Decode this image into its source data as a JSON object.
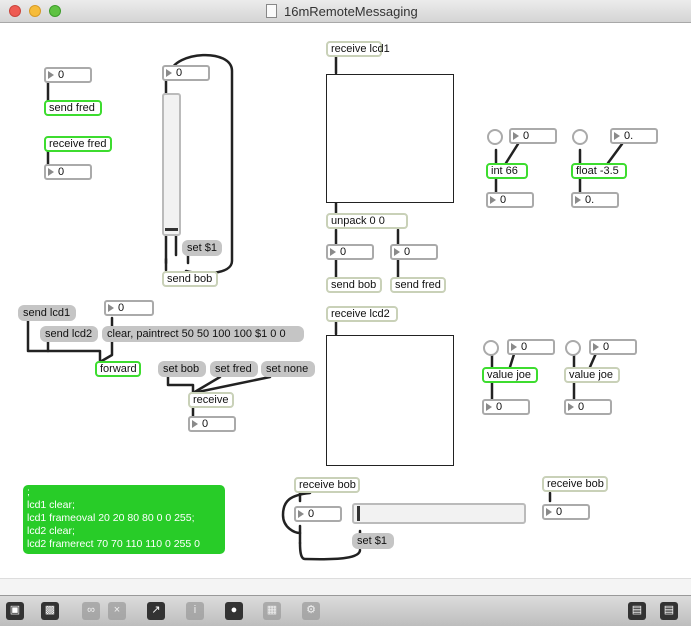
{
  "window": {
    "title": "16mRemoteMessaging"
  },
  "patch": {
    "objects": {
      "send_fred_1": "send fred",
      "receive_fred": "receive fred",
      "receive_lcd1": "receive lcd1",
      "unpack": "unpack 0 0",
      "send_bob_1": "send bob",
      "send_bob_2": "send bob",
      "send_fred_2": "send fred",
      "int_66": "int 66",
      "float": "float -3.5",
      "receive_lcd2": "receive lcd2",
      "value_joe_1": "value joe",
      "value_joe_2": "value joe",
      "forward": "forward",
      "receive": "receive",
      "receive_bob_1": "receive bob",
      "receive_bob_2": "receive bob"
    },
    "messages": {
      "set_1a": "set $1",
      "set_1b": "set $1",
      "send_lcd1": "send lcd1",
      "send_lcd2": "send lcd2",
      "clear_paintrect": "clear, paintrect 50 50 100 100 $1 0 0",
      "set_bob": "set bob",
      "set_fred": "set fred",
      "set_none": "set none"
    },
    "numbers": {
      "n1": "0",
      "n2": "0",
      "n3": "0",
      "n4": "0",
      "n5": "0",
      "n_int_in": "0",
      "n_int_out": "0",
      "n_float_in": "0.",
      "n_float_out": "0.",
      "n_clear": "0",
      "n_joe1_in": "0",
      "n_joe1_out": "0",
      "n_joe2_in": "0",
      "n_joe2_out": "0",
      "n_receive": "0",
      "n_bob1": "0",
      "n_bob2": "0"
    },
    "comment_lines": [
      ";",
      "lcd1 clear;",
      "lcd1 frameoval 20 20 80 80 0 0 255;",
      "lcd2 clear;",
      "lcd2 framerect 70 70 110 110 0 255 0"
    ]
  },
  "toolbar": {
    "icons": [
      "lock-icon",
      "new-object-icon",
      "link-icon",
      "close-box-icon",
      "presentation-icon",
      "info-icon",
      "slider-icon",
      "grid-icon",
      "debug-icon",
      "view-left-icon",
      "view-right-icon"
    ]
  },
  "colors": {
    "selected": "#3ddc2f",
    "comment_bg": "#28cc28",
    "object_border": "#c9d1b8",
    "message_bg": "#c5c5c5"
  }
}
